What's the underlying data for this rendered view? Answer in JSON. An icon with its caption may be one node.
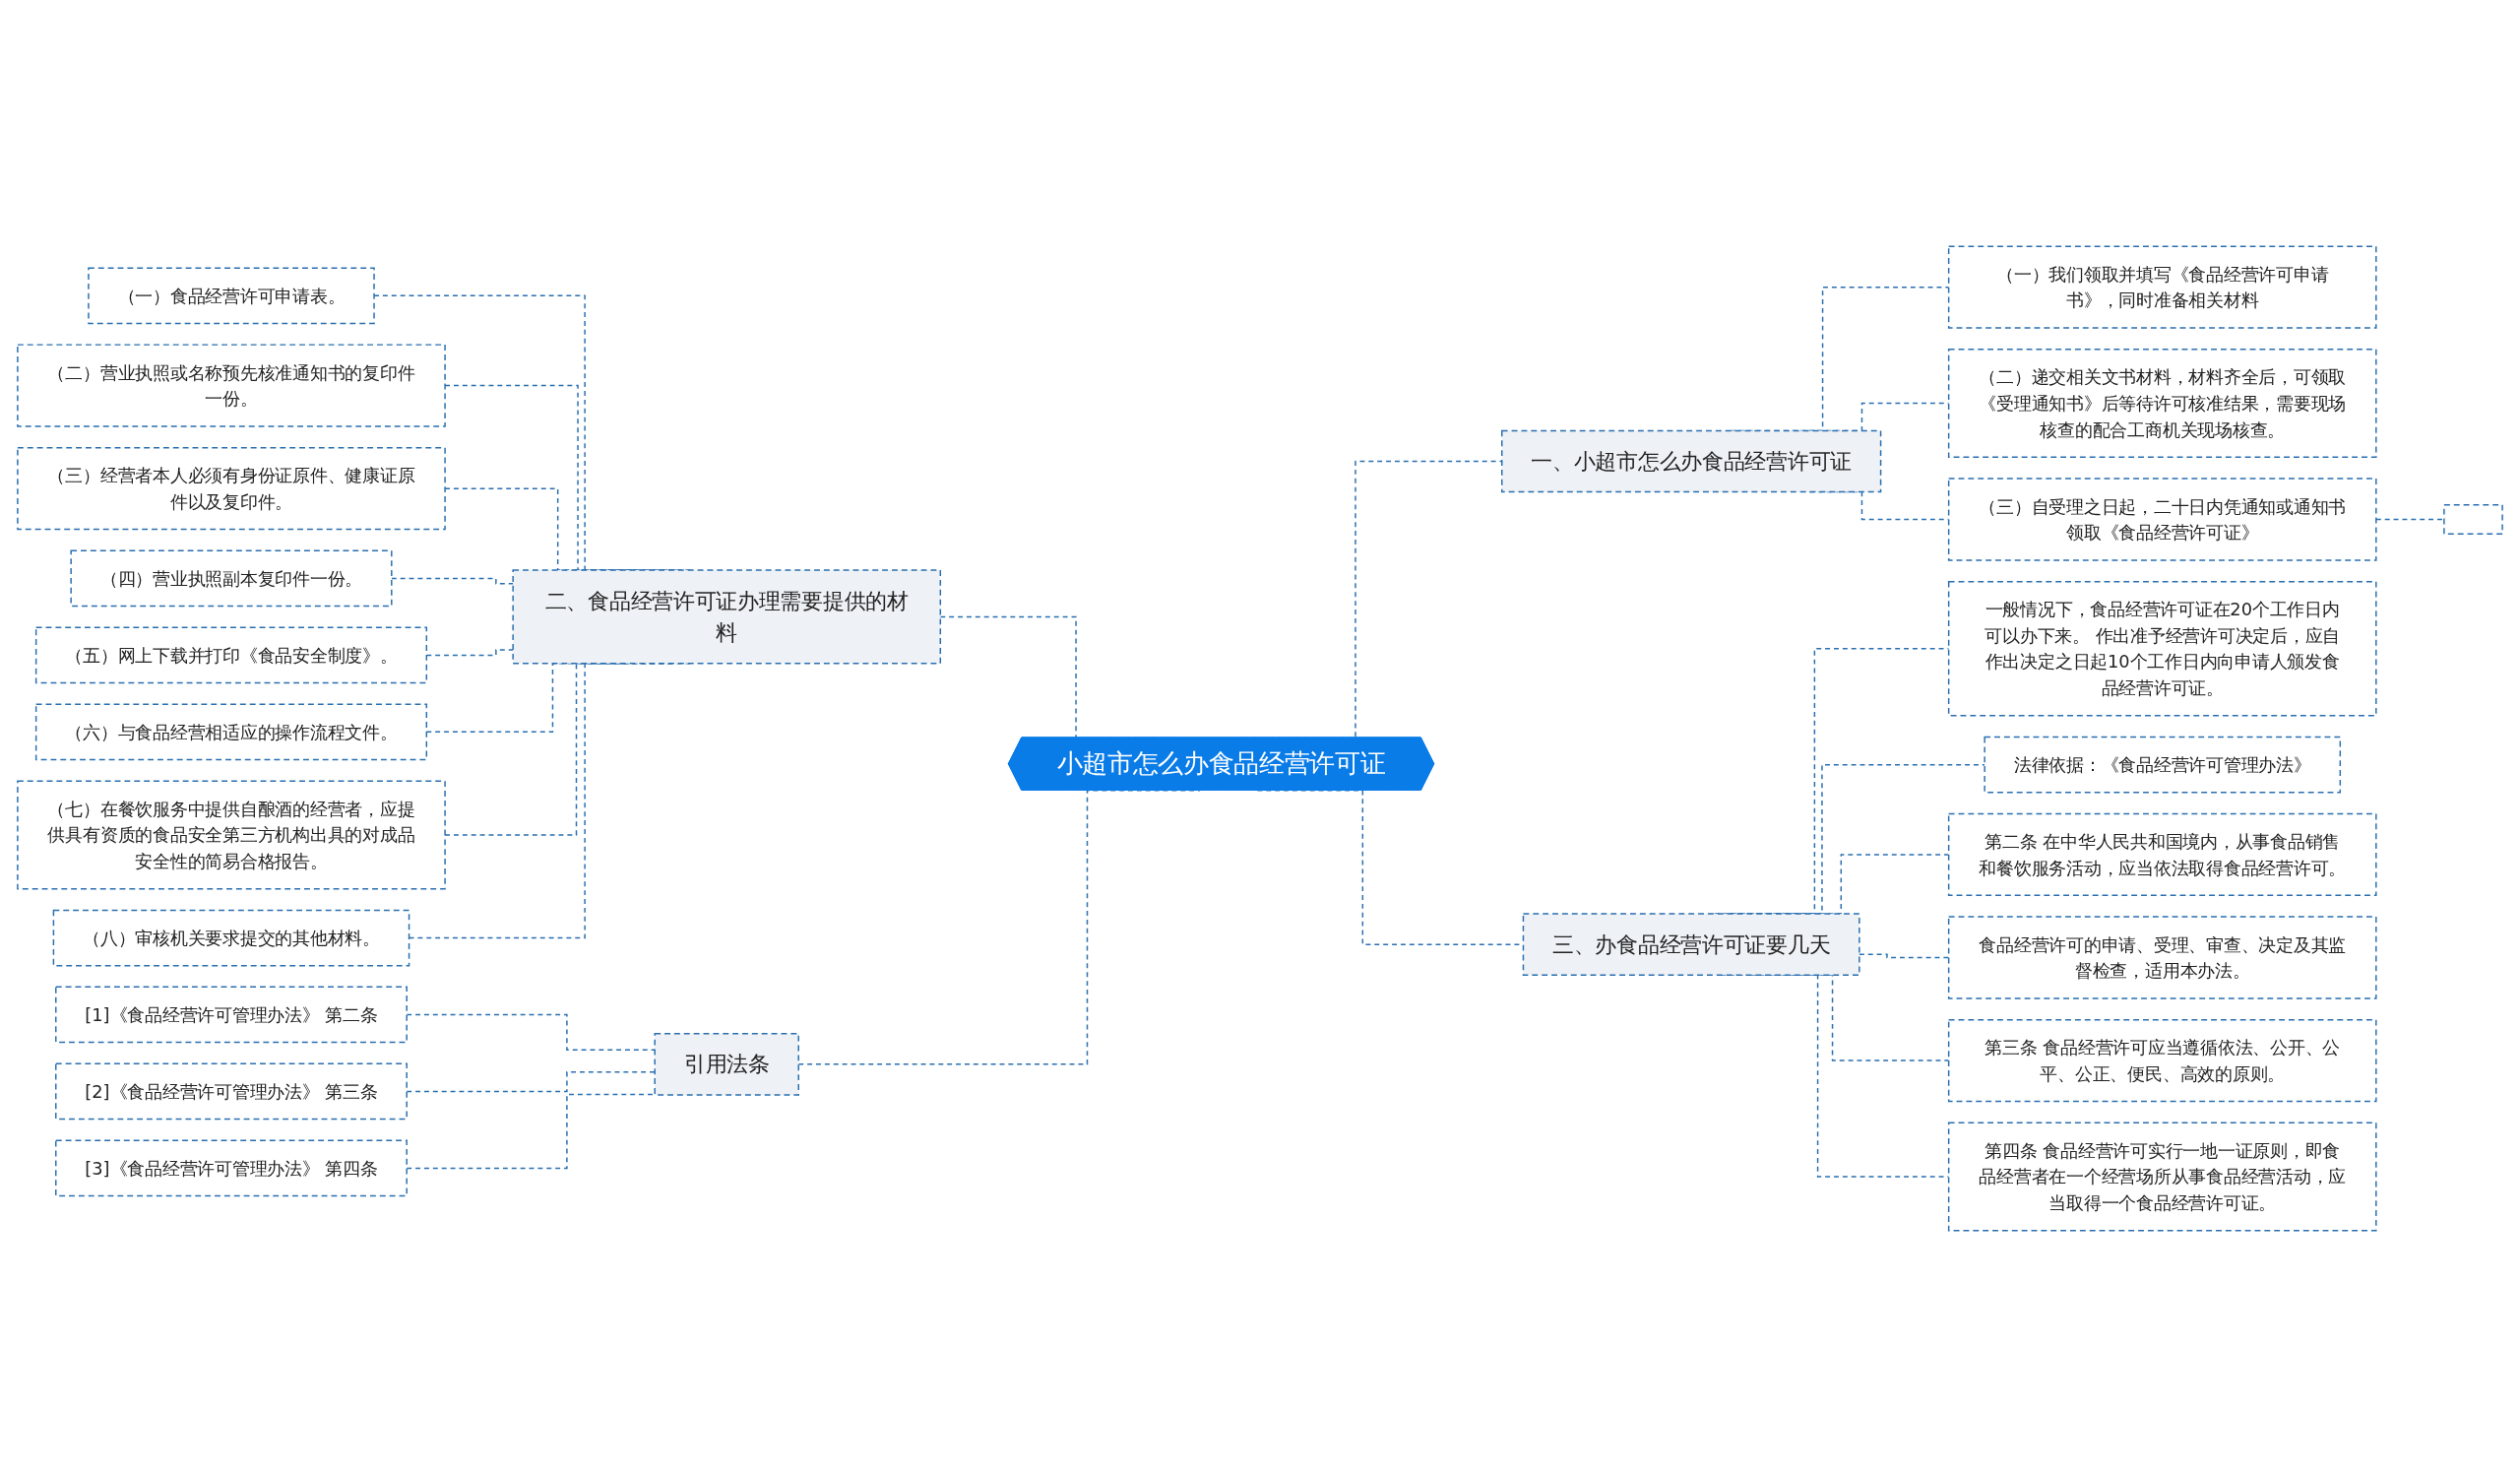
{
  "diagram": {
    "nodes": [
      {
        "text": [
          "小超市怎么办食品经营许可证"
        ]
      },
      {
        "text": [
          "二、食品经营许可证办理需要提供的材料"
        ]
      },
      {
        "text": [
          "（一）食品经营许可申请表。"
        ]
      },
      {
        "text": [
          "（二）营业执照或名称预先核准通知书的复印件一份。"
        ]
      },
      {
        "text": [
          "（三）经营者本人必须有身份证原件、健康证原件以及复印件。"
        ]
      },
      {
        "text": [
          "（四）营业执照副本复印件一份。"
        ]
      },
      {
        "text": [
          "（五）网上下载并打印《食品安全制度》。"
        ]
      },
      {
        "text": [
          "（六）与食品经营相适应的操作流程文件。"
        ]
      },
      {
        "text": [
          "（七）在餐饮服务中提供自酿酒的经营者，应提供具有资质的食品安全第三方机构出具的对成品安全性的简易合格报告。"
        ]
      },
      {
        "text": [
          "（八）审核机关要求提交的其他材料。"
        ]
      },
      {
        "text": [
          "引用法条"
        ]
      },
      {
        "text": [
          "[1]《食品经营许可管理办法》 第二条"
        ]
      },
      {
        "text": [
          "[2]《食品经营许可管理办法》 第三条"
        ]
      },
      {
        "text": [
          "[3]《食品经营许可管理办法》 第四条"
        ]
      },
      {
        "text": [
          "一、小超市怎么办食品经营许可证"
        ]
      },
      {
        "text": [
          "（一）我们领取并填写《食品经营许可申请书》，同时准备相关材料"
        ]
      },
      {
        "text": [
          "（二）递交相关文书材料，材料齐全后，可领取《受理通知书》后等待许可核准结果，需要现场核查的配合工商机关现场核查。"
        ]
      },
      {
        "text": [
          "（三）自受理之日起，二十日内凭通知或通知书领取《食品经营许可证》"
        ]
      },
      {
        "text": [],
        "shape": "box"
      },
      {
        "text": [
          "三、办食品经营许可证要几天"
        ]
      },
      {
        "text": [
          "一般情况下，食品经营许可证在20个工作日内可以办下来。 作出准予经营许可决定后，应自作出决定之日起10个工作日内向申请人颁发食品经营许可证。"
        ]
      },
      {
        "text": [
          "法律依据：《食品经营许可管理办法》"
        ]
      },
      {
        "text": [
          "第二条 在中华人民共和国境内，从事食品销售和餐饮服务活动，应当依法取得食品经营许可。"
        ]
      },
      {
        "text": [
          "食品经营许可的申请、受理、审查、决定及其监督检查，适用本办法。"
        ]
      },
      {
        "text": [
          "第三条 食品经营许可应当遵循依法、公开、公平、公正、便民、高效的原则。"
        ]
      },
      {
        "text": [
          "第四条 食品经营许可实行一地一证原则，即食品经营者在一个经营场所从事食品经营活动，应当取得一个食品经营许可证。"
        ]
      }
    ],
    "edges": [
      {
        "from": 0,
        "to": 1,
        "arrow": "none",
        "style": "dashed"
      },
      {
        "from": 1,
        "to": 2,
        "arrow": "none",
        "style": "dashed"
      },
      {
        "from": 1,
        "to": 3,
        "arrow": "none",
        "style": "dashed"
      },
      {
        "from": 1,
        "to": 4,
        "arrow": "none",
        "style": "dashed"
      },
      {
        "from": 1,
        "to": 5,
        "arrow": "none",
        "style": "dashed"
      },
      {
        "from": 1,
        "to": 6,
        "arrow": "none",
        "style": "dashed"
      },
      {
        "from": 1,
        "to": 7,
        "arrow": "none",
        "style": "dashed"
      },
      {
        "from": 1,
        "to": 8,
        "arrow": "none",
        "style": "dashed"
      },
      {
        "from": 1,
        "to": 9,
        "arrow": "none",
        "style": "dashed"
      },
      {
        "from": 0,
        "to": 10,
        "arrow": "none",
        "style": "dashed"
      },
      {
        "from": 10,
        "to": 11,
        "arrow": "none",
        "style": "dashed"
      },
      {
        "from": 10,
        "to": 12,
        "arrow": "none",
        "style": "dashed"
      },
      {
        "from": 10,
        "to": 13,
        "arrow": "none",
        "style": "dashed"
      },
      {
        "from": 0,
        "to": 14,
        "arrow": "none",
        "style": "dashed"
      },
      {
        "from": 14,
        "to": 15,
        "arrow": "none",
        "style": "dashed"
      },
      {
        "from": 14,
        "to": 16,
        "arrow": "none",
        "style": "dashed"
      },
      {
        "from": 14,
        "to": 17,
        "arrow": "none",
        "style": "dashed"
      },
      {
        "from": 17,
        "to": 18,
        "arrow": "none",
        "style": "dashed"
      },
      {
        "from": 0,
        "to": 19,
        "arrow": "none",
        "style": "dashed"
      },
      {
        "from": 19,
        "to": 20,
        "arrow": "none",
        "style": "dashed"
      },
      {
        "from": 19,
        "to": 21,
        "arrow": "none",
        "style": "dashed"
      },
      {
        "from": 19,
        "to": 22,
        "arrow": "none",
        "style": "dashed"
      },
      {
        "from": 19,
        "to": 23,
        "arrow": "none",
        "style": "dashed"
      },
      {
        "from": 19,
        "to": 24,
        "arrow": "none",
        "style": "dashed"
      },
      {
        "from": 19,
        "to": 25,
        "arrow": "none",
        "style": "dashed"
      }
    ]
  }
}
